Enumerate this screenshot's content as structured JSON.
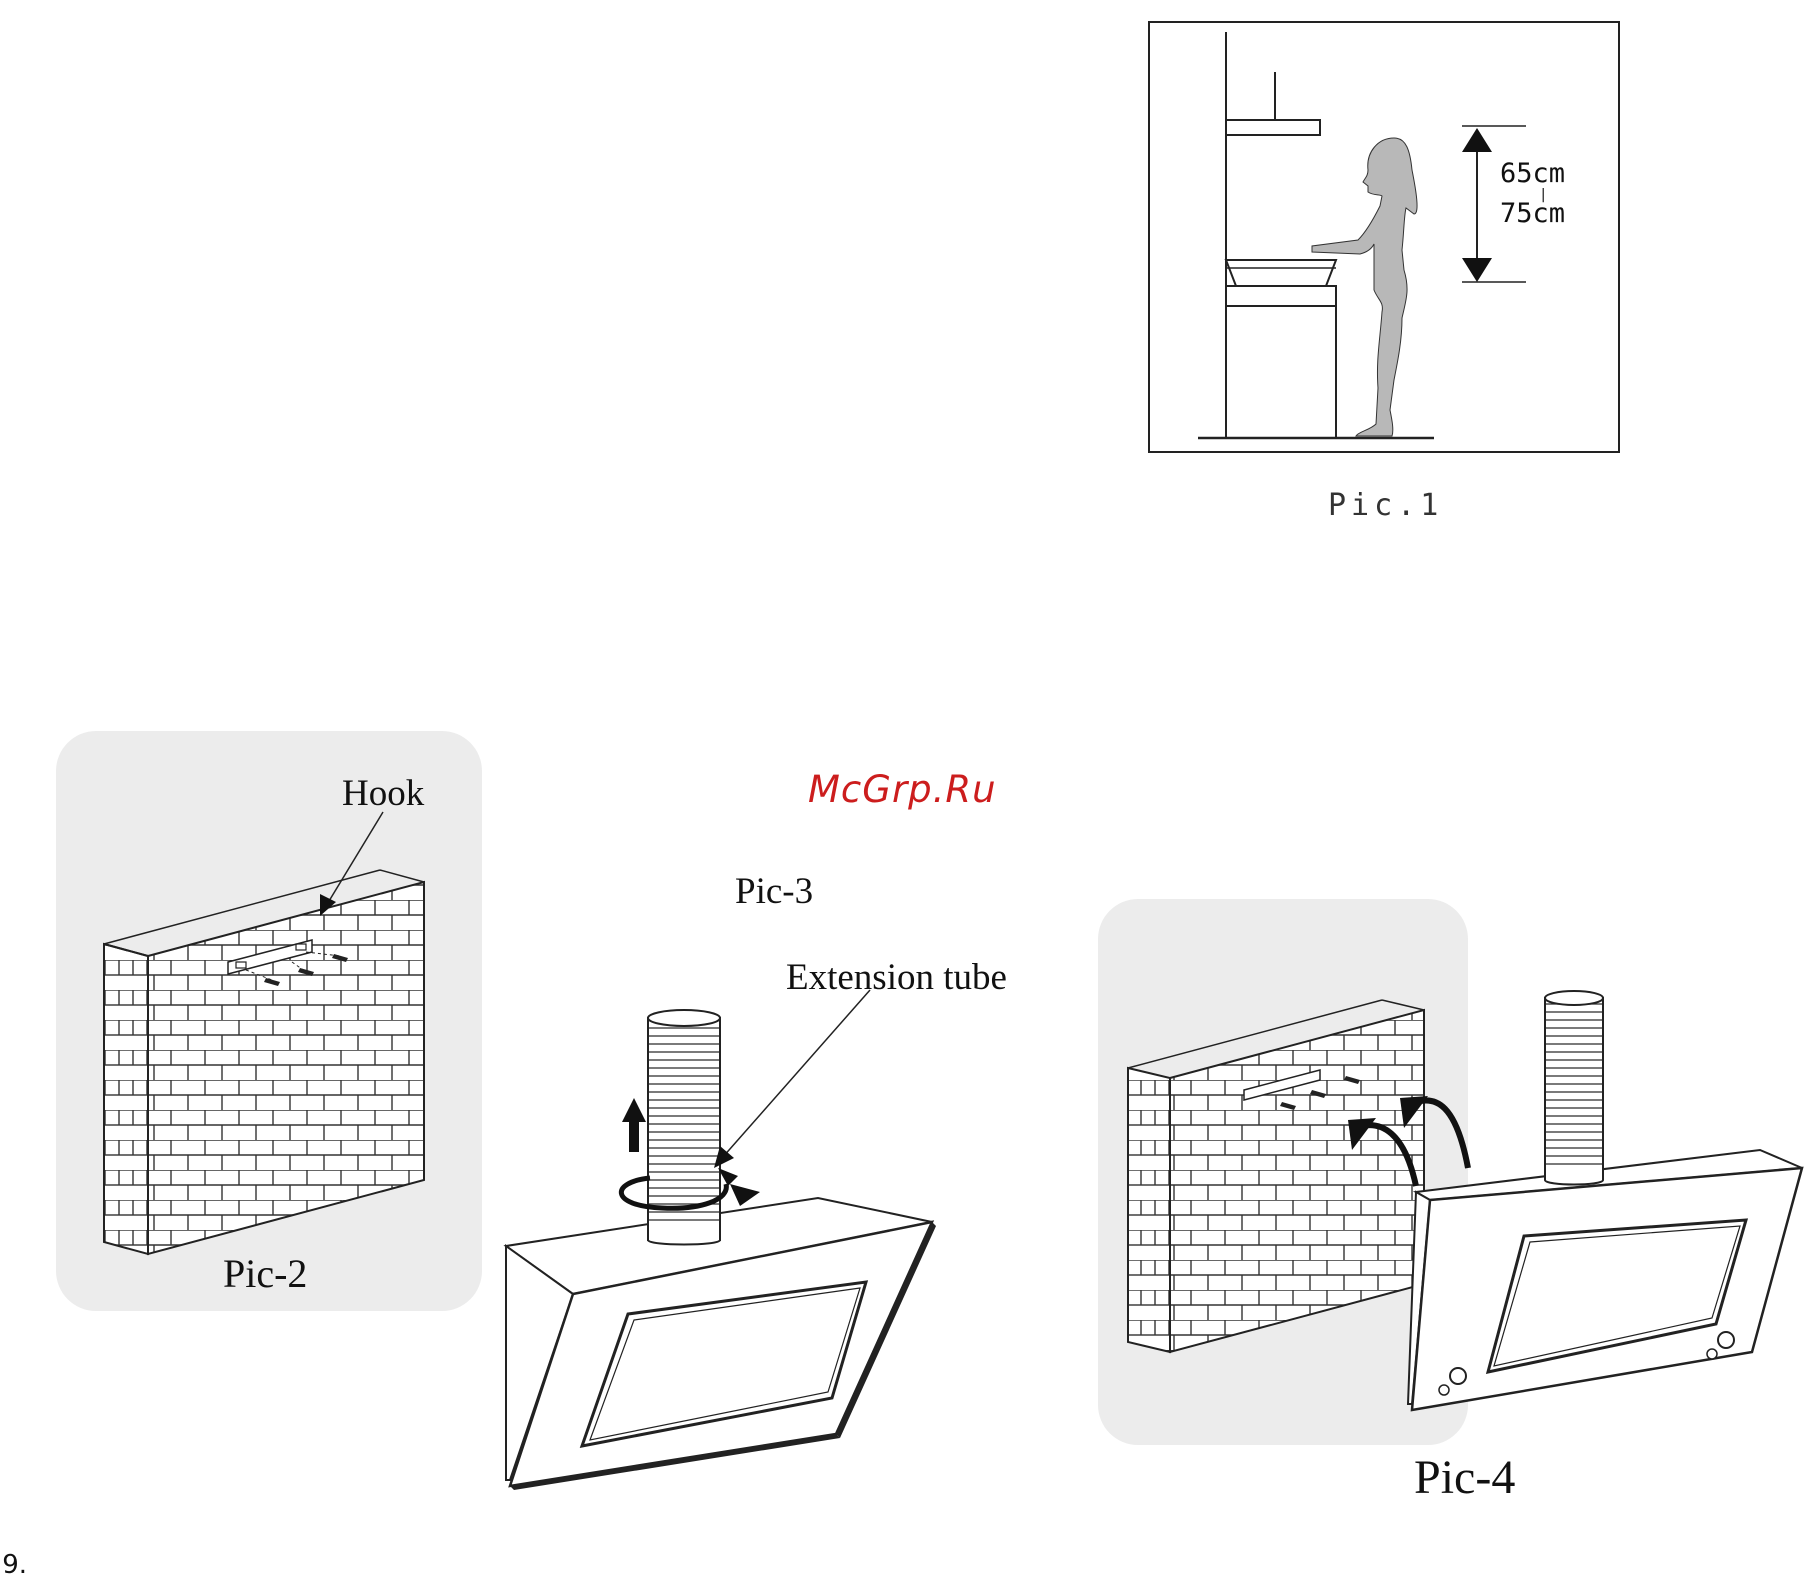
{
  "pic1": {
    "caption": "Pic.1",
    "height_top": "65cm",
    "height_sep": "|",
    "height_bottom": "75cm"
  },
  "watermark": "McGrp.Ru",
  "pic2": {
    "caption": "Pic-2",
    "label_hook": "Hook"
  },
  "pic3": {
    "caption": "Pic-3",
    "label_tube": "Extension tube"
  },
  "pic4": {
    "caption": "Pic-4"
  },
  "page_number": ".9."
}
